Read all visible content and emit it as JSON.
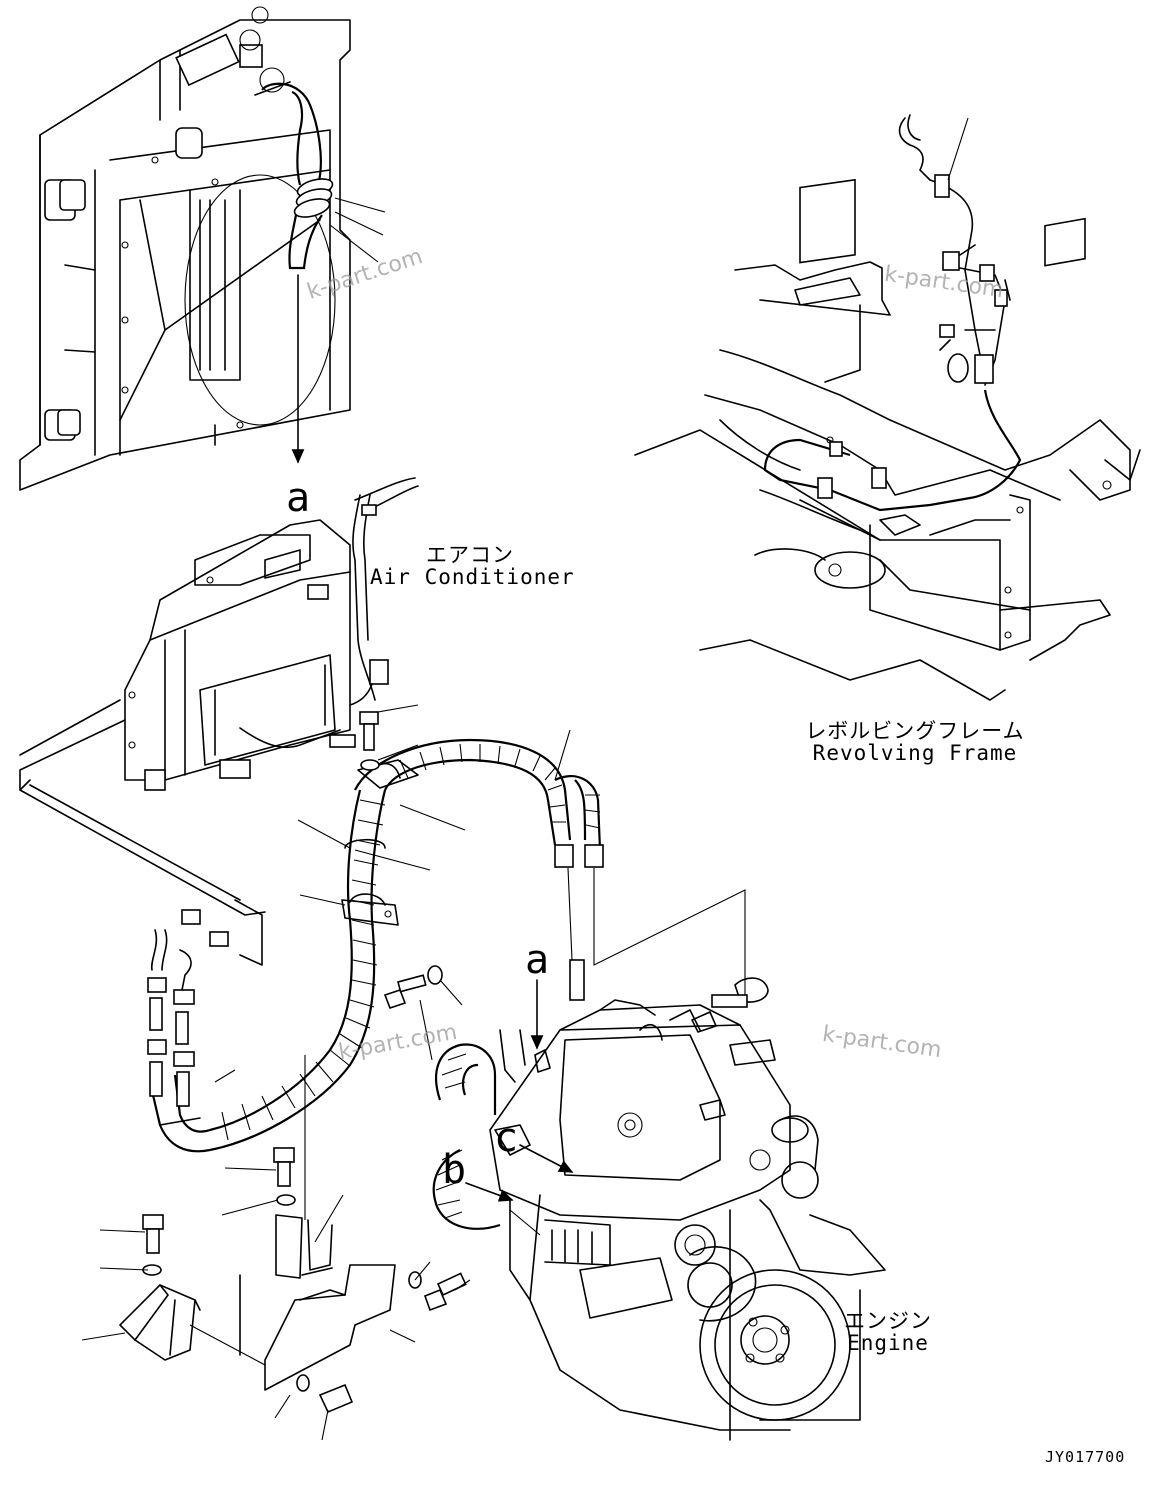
{
  "callouts": {
    "a_top": "a",
    "a_engine": "a",
    "b": "b",
    "c": "c"
  },
  "captions": {
    "air_conditioner_ja": "エアコン",
    "air_conditioner_en": "Air Conditioner",
    "revolving_frame_ja": "レボルビングフレーム",
    "revolving_frame_en": "Revolving Frame",
    "engine_ja": "エンジン",
    "engine_en": "Engine"
  },
  "watermarks": [
    "k-part.com",
    "k-part.com",
    "k-part.com",
    "k-part.com"
  ],
  "drawing_code": "JY017700",
  "icons": {
    "arrow_a_top": "down-arrow-icon",
    "arrow_a_engine": "down-arrow-icon",
    "arrow_b": "right-arrow-icon",
    "arrow_c": "right-arrow-icon"
  }
}
